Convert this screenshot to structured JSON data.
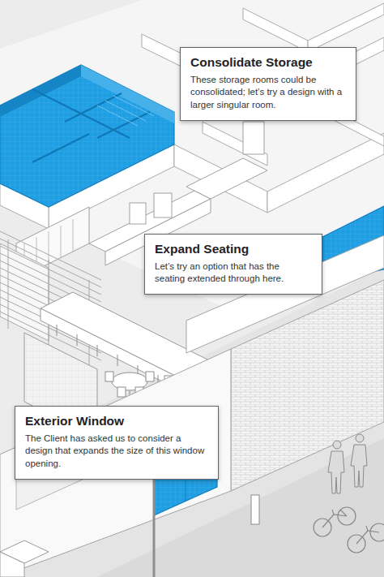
{
  "diagram": {
    "nodes": [
      {
        "text": [
          "Consolidate Storage",
          "These storage rooms could be consolidated; let’s try a design with a larger singular room."
        ]
      },
      {
        "text": [
          "Expand Seating",
          "Let’s try an option that has the seating extended through here."
        ]
      },
      {
        "text": [
          "Exterior Window",
          "The Client has asked us to consider a design that expands the size of this window opening."
        ]
      }
    ]
  }
}
